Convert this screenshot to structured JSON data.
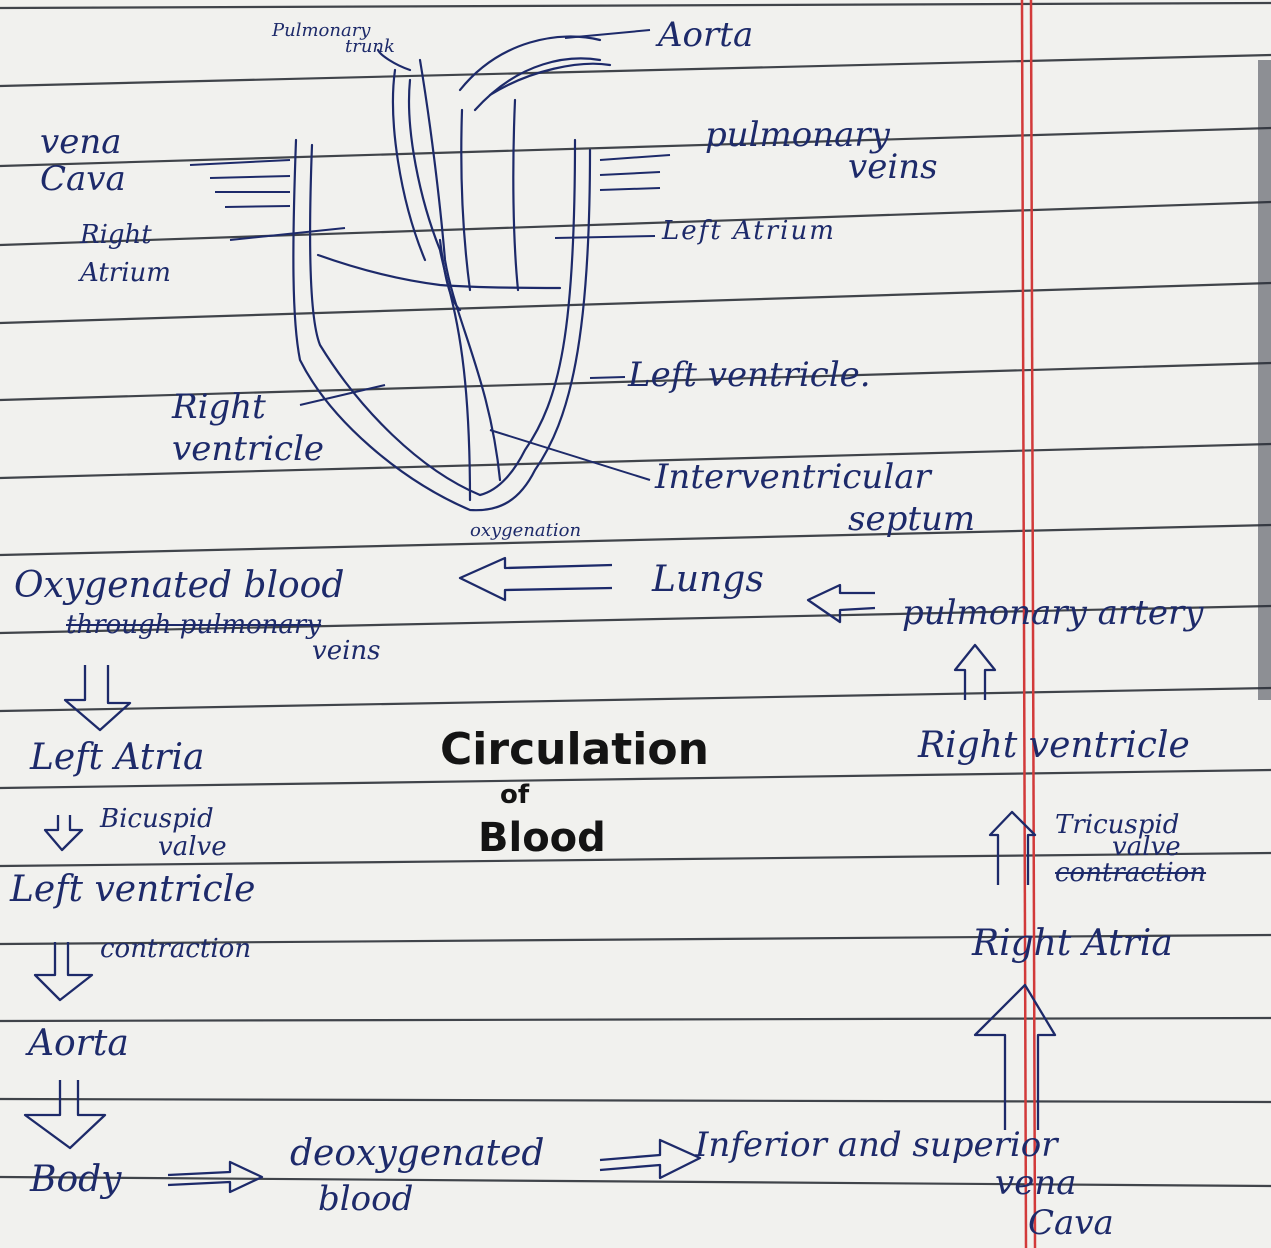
{
  "title": {
    "line1": "Circulation",
    "line2": "of",
    "line3": "Blood"
  },
  "heart_labels": {
    "pulmonary_trunk_1": "Pulmonary",
    "pulmonary_trunk_2": "trunk",
    "aorta": "Aorta",
    "vena_cava_1": "vena",
    "vena_cava_2": "Cava",
    "pulmonary_veins_1": "pulmonary",
    "pulmonary_veins_2": "veins",
    "right_atrium_1": "Right",
    "right_atrium_2": "Atrium",
    "left_atrium": "Left Atrium",
    "left_ventricle": "Left ventricle.",
    "right_ventricle_1": "Right",
    "right_ventricle_2": "ventricle",
    "septum_1": "Interventricular",
    "septum_2": "septum"
  },
  "flow": {
    "oxygenation": "oxygenation",
    "oxygenated_1": "Oxygenated blood",
    "oxygenated_2": "through pulmonary",
    "oxygenated_3": "veins",
    "lungs": "Lungs",
    "pulmonary_artery": "pulmonary artery",
    "left_atria": "Left Atria",
    "bicuspid_1": "Bicuspid",
    "bicuspid_2": "valve",
    "left_ventricle": "Left ventricle",
    "contraction": "contraction",
    "aorta": "Aorta",
    "body": "Body",
    "deoxy_1": "deoxygenated",
    "deoxy_2": "blood",
    "inferior": "Inferior and superior",
    "vena_1": "vena",
    "vena_2": "Cava",
    "right_atria": "Right Atria",
    "tricuspid_1": "Tricuspid",
    "tricuspid_2": "valve",
    "tricuspid_3": "contraction",
    "right_ventricle": "Right ventricle"
  },
  "colors": {
    "ink": "#1d2a6a",
    "title_ink": "#141414",
    "ruling": "#22262e",
    "margin": "#d23a3a",
    "paper": "#f1f1ee"
  }
}
